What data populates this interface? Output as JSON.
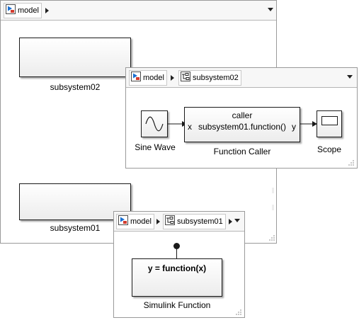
{
  "model_window": {
    "breadcrumb": [
      "model"
    ],
    "blocks": {
      "subsystem02_label": "subsystem02",
      "subsystem01_label": "subsystem01"
    }
  },
  "subsystem02_window": {
    "breadcrumb": [
      "model",
      "subsystem02"
    ],
    "blocks": {
      "sine_label": "Sine Wave",
      "caller_title": "caller",
      "caller_in_port": "x",
      "caller_call": "subsystem01.function()",
      "caller_out_port": "y",
      "caller_label": "Function Caller",
      "scope_label": "Scope"
    }
  },
  "subsystem01_window": {
    "breadcrumb": [
      "model",
      "subsystem01"
    ],
    "blocks": {
      "function_title": "y = function(x)",
      "function_label": "Simulink Function"
    }
  },
  "icons": [
    "model-icon",
    "subsystem-icon",
    "chevron-right-icon",
    "chevron-down-icon"
  ]
}
